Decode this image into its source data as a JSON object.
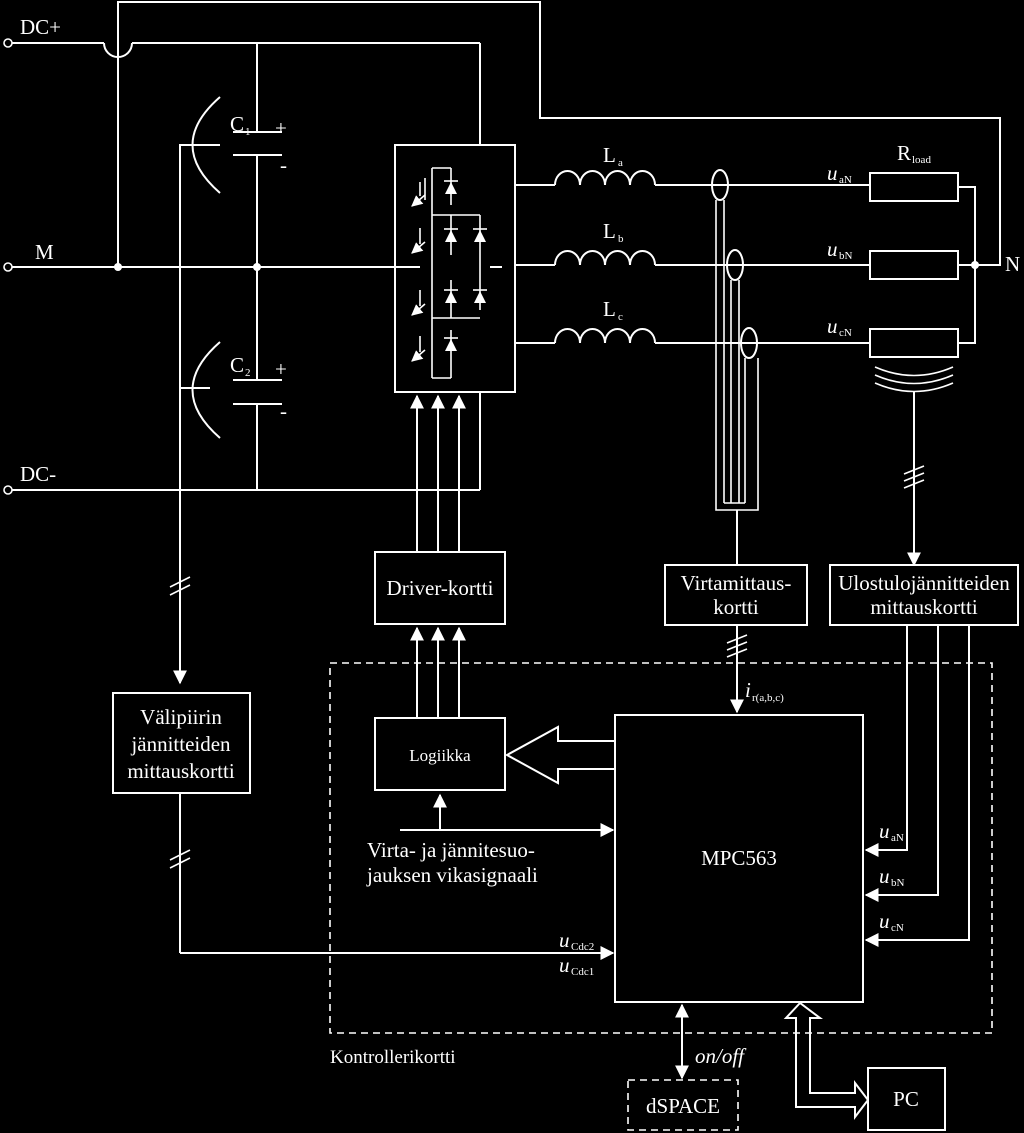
{
  "terminals": {
    "dc_plus": "DC+",
    "midpoint": "M",
    "dc_minus": "DC-",
    "neutral": "N"
  },
  "capacitors": {
    "c1": {
      "letter": "C",
      "sub": "1",
      "plus": "+",
      "minus": "-"
    },
    "c2": {
      "letter": "C",
      "sub": "2",
      "plus": "+",
      "minus": "-"
    }
  },
  "inductors": [
    {
      "letter": "L",
      "sub": "a"
    },
    {
      "letter": "L",
      "sub": "b"
    },
    {
      "letter": "L",
      "sub": "c"
    }
  ],
  "load": {
    "letter": "R",
    "sub": "load"
  },
  "output_voltages": [
    {
      "letter": "u",
      "sub": "aN"
    },
    {
      "letter": "u",
      "sub": "bN"
    },
    {
      "letter": "u",
      "sub": "cN"
    }
  ],
  "blocks": {
    "driver": "Driver-kortti",
    "current_meas": {
      "line1": "Virtamittaus-",
      "line2": "kortti"
    },
    "output_meas": {
      "line1": "Ulostulojännitteiden",
      "line2": "mittauskortti"
    },
    "dc_meas": {
      "line1": "Välipiirin",
      "line2": "jännitteiden",
      "line3": "mittauskortti"
    },
    "logic": "Logiikka",
    "mcu": "MPC563",
    "dspace": "dSPACE",
    "pc": "PC",
    "controller_board": "Kontrollerikortti"
  },
  "signals": {
    "current": {
      "letter": "i",
      "sub": "r(a,b,c)"
    },
    "fault": {
      "line1": "Virta- ja jännitesuo-",
      "line2": "jauksen vikasignaali"
    },
    "udc2": {
      "letter": "u",
      "sub": "Cdc2"
    },
    "udc1": {
      "letter": "u",
      "sub": "Cdc1"
    },
    "onoff": "on/off"
  }
}
